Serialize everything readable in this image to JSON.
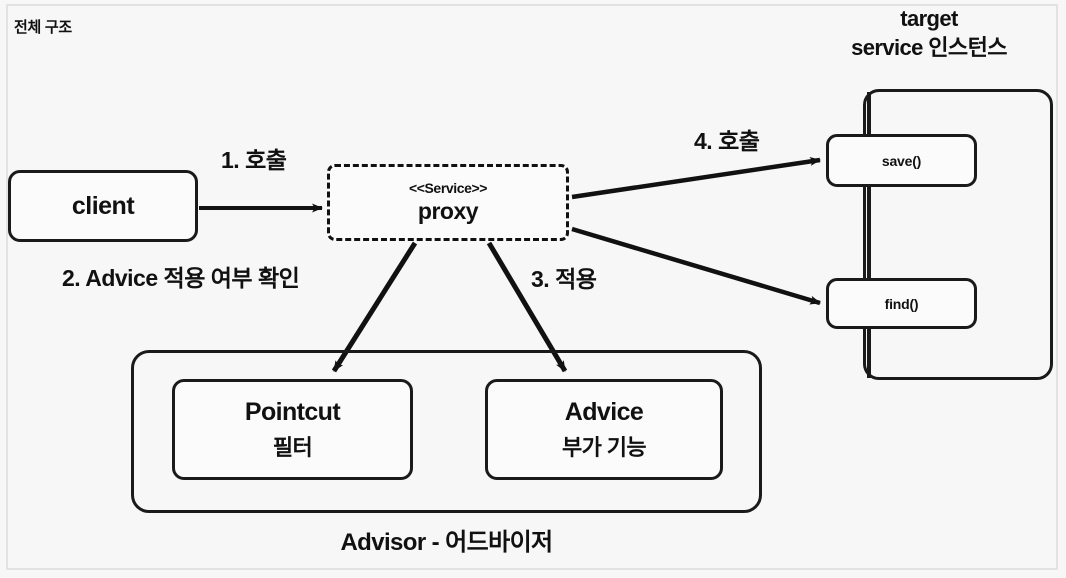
{
  "diagram": {
    "title": "전체 구조",
    "caption": "Advisor - 어드바이저",
    "target_header_line1": "target",
    "target_header_line2": "service 인스턴스",
    "nodes": {
      "client": {
        "label": "client"
      },
      "proxy": {
        "stereotype": "<<Service>>",
        "name": "proxy"
      },
      "save": {
        "label": "save()"
      },
      "find": {
        "label": "find()"
      },
      "pointcut": {
        "title": "Pointcut",
        "subtitle": "필터"
      },
      "advice": {
        "title": "Advice",
        "subtitle": "부가 기능"
      }
    },
    "edge_labels": {
      "step1": "1. 호출",
      "step2": "2. Advice 적용 여부 확인",
      "step3": "3. 적용",
      "step4": "4. 호출"
    },
    "colors": {
      "stroke": "#1a1a1a",
      "background": "#f7f7f7",
      "node_fill": "#fbfbfb",
      "frame_border": "#e2e2e2"
    }
  }
}
